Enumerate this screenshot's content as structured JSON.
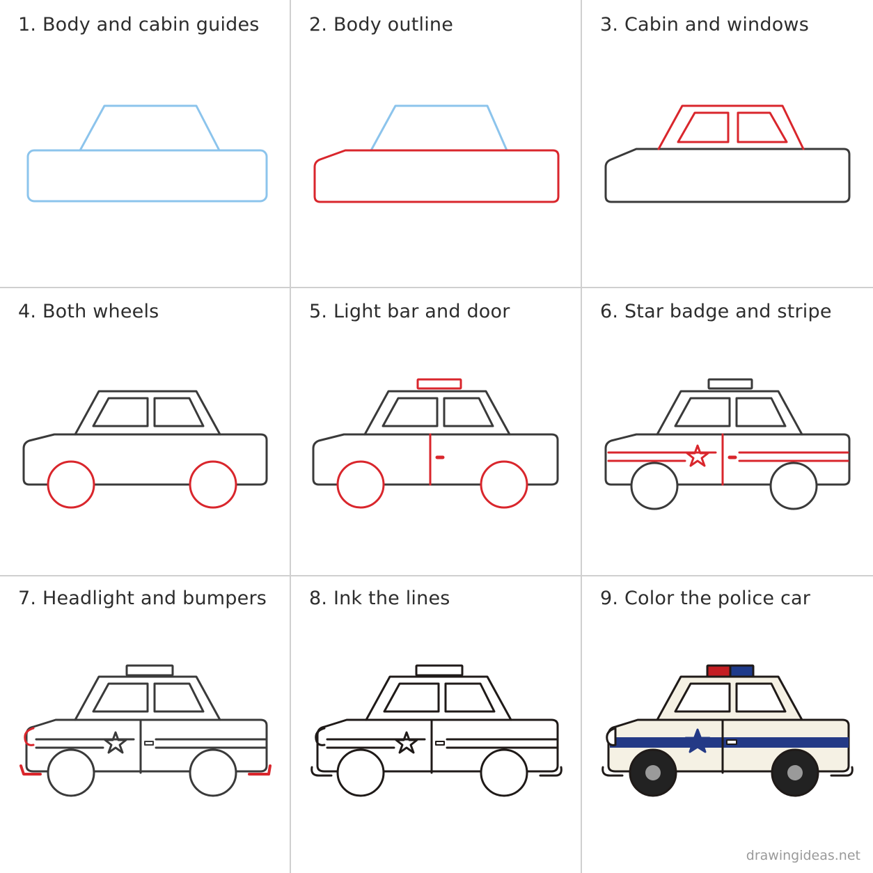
{
  "steps": [
    {
      "title": "1. Body and cabin guides"
    },
    {
      "title": "2. Body outline"
    },
    {
      "title": "3. Cabin and windows"
    },
    {
      "title": "4. Both wheels"
    },
    {
      "title": "5. Light bar and door"
    },
    {
      "title": "6. Star badge and stripe"
    },
    {
      "title": "7. Headlight and bumpers"
    },
    {
      "title": "8. Ink the lines"
    },
    {
      "title": "9. Color the police car"
    }
  ],
  "watermark": "drawingideas.net",
  "colors": {
    "guide": "#8cc4ec",
    "new_stroke": "#d9262c",
    "pencil": "#3a3a3a",
    "ink": "#1f1a18",
    "body_fill": "#f5f1e4",
    "stripe": "#243a86",
    "light_red": "#c41d22",
    "light_blue": "#1e3a8a",
    "hub": "#9a9a9a",
    "tire": "#222222",
    "grid_line": "#cfcfcf"
  }
}
